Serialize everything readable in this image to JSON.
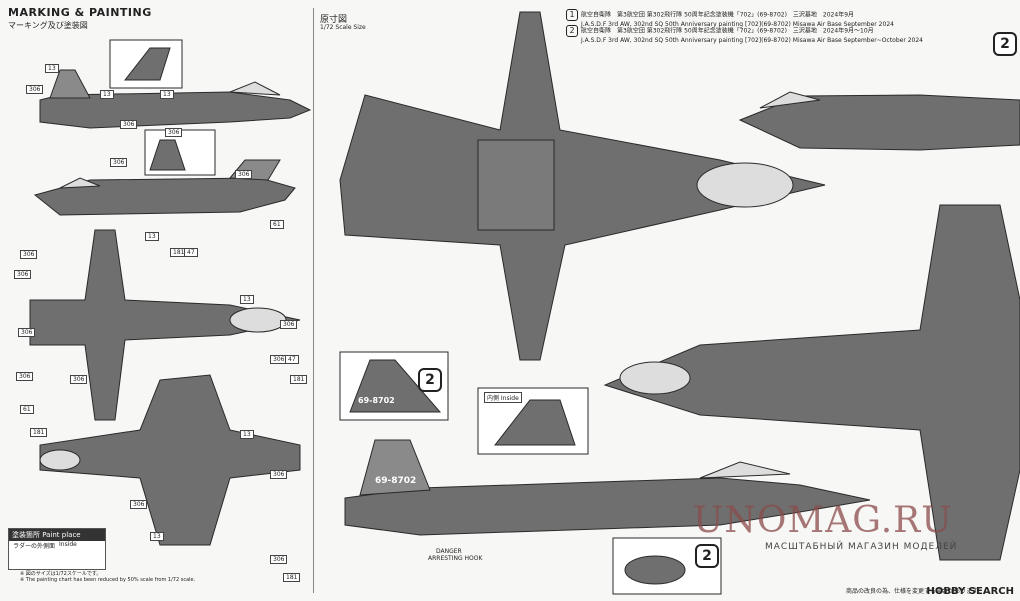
{
  "heading": {
    "title": "MARKING & PAINTING",
    "subtitle": "マーキング及び塗装図"
  },
  "scale": {
    "title": "原寸図",
    "subtitle": "1/72 Scale Size"
  },
  "captions": [
    {
      "num": "1",
      "line_jp": "航空自衛隊　第3航空団 第302飛行隊 50周年記念塗装機「702」(69-8702)　三沢基地　2024年9月",
      "line_en": "J.A.S.D.F 3rd AW, 302nd SQ 50th Anniversary painting [702](69-8702) Misawa Air Base September 2024"
    },
    {
      "num": "2",
      "line_jp": "航空自衛隊　第3航空団 第302飛行隊 50周年記念塗装機「702」(69-8702)　三沢基地　2024年9月～10月",
      "line_en": "J.A.S.D.F 3rd AW, 302nd SQ 50th Anniversary painting [702](69-8702) Misawa Air Base September~October 2024"
    }
  ],
  "paint_place": {
    "title_jp": "塗装箇所",
    "title_en": "Paint place",
    "note_jp": "ラダーの外側面",
    "note_en": "Inside"
  },
  "footnotes": {
    "jp": "※ 図のサイズは1/72スケールです。",
    "en": "※ The painting chart has been reduced by 50% scale from 1/72 scale."
  },
  "tail_number": "69-8702",
  "hook_label": {
    "line1": "DANGER",
    "line2": "ARRESTING HOOK"
  },
  "inside_label": "内側 Inside",
  "badges": [
    "2",
    "2",
    "2"
  ],
  "callouts": [
    "306",
    "13",
    "13",
    "306",
    "306",
    "306",
    "61",
    "306",
    "13",
    "306",
    "306",
    "306",
    "306",
    "181",
    "47",
    "13",
    "306",
    "61",
    "306",
    "306",
    "47",
    "181",
    "306",
    "13",
    "306",
    "181",
    "13",
    "306",
    "13",
    "181"
  ],
  "watermark": {
    "main": "UNOMAG.RU",
    "sub": "МАСШТАБНЫЙ МАГАЗИН МОДЕЛЕЙ"
  },
  "footer": {
    "note": "商品の改良の為、仕様を変更する場合があります。",
    "brand": "HOBBY SEARCH"
  },
  "colors": {
    "aircraft": "#6f6f6f",
    "aircraft_light": "#8a8a8a",
    "line": "#2a2a2a"
  }
}
